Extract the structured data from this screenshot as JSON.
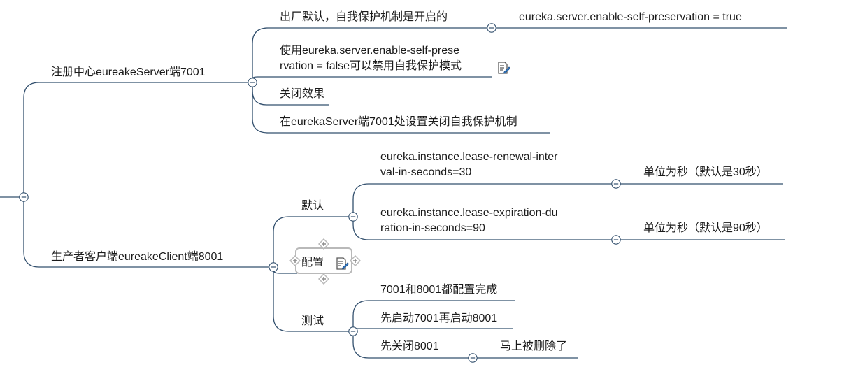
{
  "colors": {
    "line": "#33506e",
    "text": "#1a1a1a",
    "selection": "#b9b9b9"
  },
  "branches": {
    "registry": {
      "label": "注册中心eureakeServer端7001",
      "default_on": "出厂默认，自我保护机制是开启的",
      "default_value": "eureka.server.enable-self-preservation = true",
      "disable_line1": "使用eureka.server.enable-self-prese",
      "disable_line2": "rvation = false可以禁用自我保护模式",
      "effect": "关闭效果",
      "set_close": "在eurekaServer端7001处设置关闭自我保护机制"
    },
    "client": {
      "label": "生产者客户端eureakeClient端8001",
      "defaults": {
        "label": "默认",
        "renewal_line1": "eureka.instance.lease-renewal-inter",
        "renewal_line2": "val-in-seconds=30",
        "renewal_unit": "单位为秒（默认是30秒）",
        "expiration_line1": "eureka.instance.lease-expiration-du",
        "expiration_line2": "ration-in-seconds=90",
        "expiration_unit": "单位为秒（默认是90秒）"
      },
      "config": {
        "label": "配置"
      },
      "test": {
        "label": "测试",
        "both_done": "7001和8001都配置完成",
        "start_order": "先启动7001再启动8001",
        "close_8001": "先关闭8001",
        "removed": "马上被删除了"
      }
    }
  },
  "icons": {
    "note": "note-pencil-icon",
    "collapse": "collapse-minus-icon",
    "add": "add-plus-icon"
  }
}
